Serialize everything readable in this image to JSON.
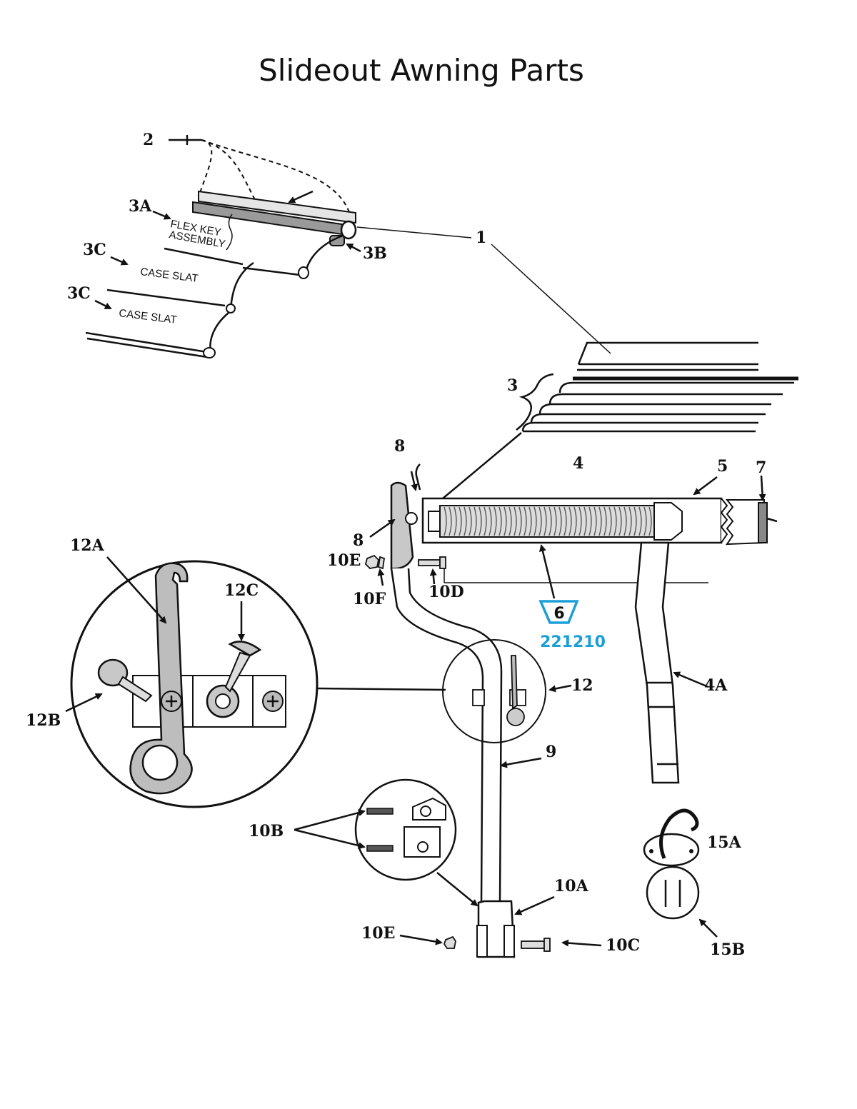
{
  "title": "Slideout Awning Parts",
  "accent_color": "#1a9fd8",
  "text": {
    "flex_key_line1": "FLEX KEY",
    "flex_key_line2": "ASSEMBLY",
    "case_slat": "CASE SLAT",
    "highlight_part": "6",
    "highlight_part_number": "221210"
  },
  "callouts": {
    "c1": "1",
    "c2": "2",
    "c3": "3",
    "c3a": "3A",
    "c3b": "3B",
    "c3c": "3C",
    "c4": "4",
    "c4a": "4A",
    "c5": "5",
    "c7": "7",
    "c8": "8",
    "c9": "9",
    "c10a": "10A",
    "c10b": "10B",
    "c10c": "10C",
    "c10d": "10D",
    "c10e": "10E",
    "c10f": "10F",
    "c12": "12",
    "c12a": "12A",
    "c12b": "12B",
    "c12c": "12C",
    "c15a": "15A",
    "c15b": "15B"
  }
}
